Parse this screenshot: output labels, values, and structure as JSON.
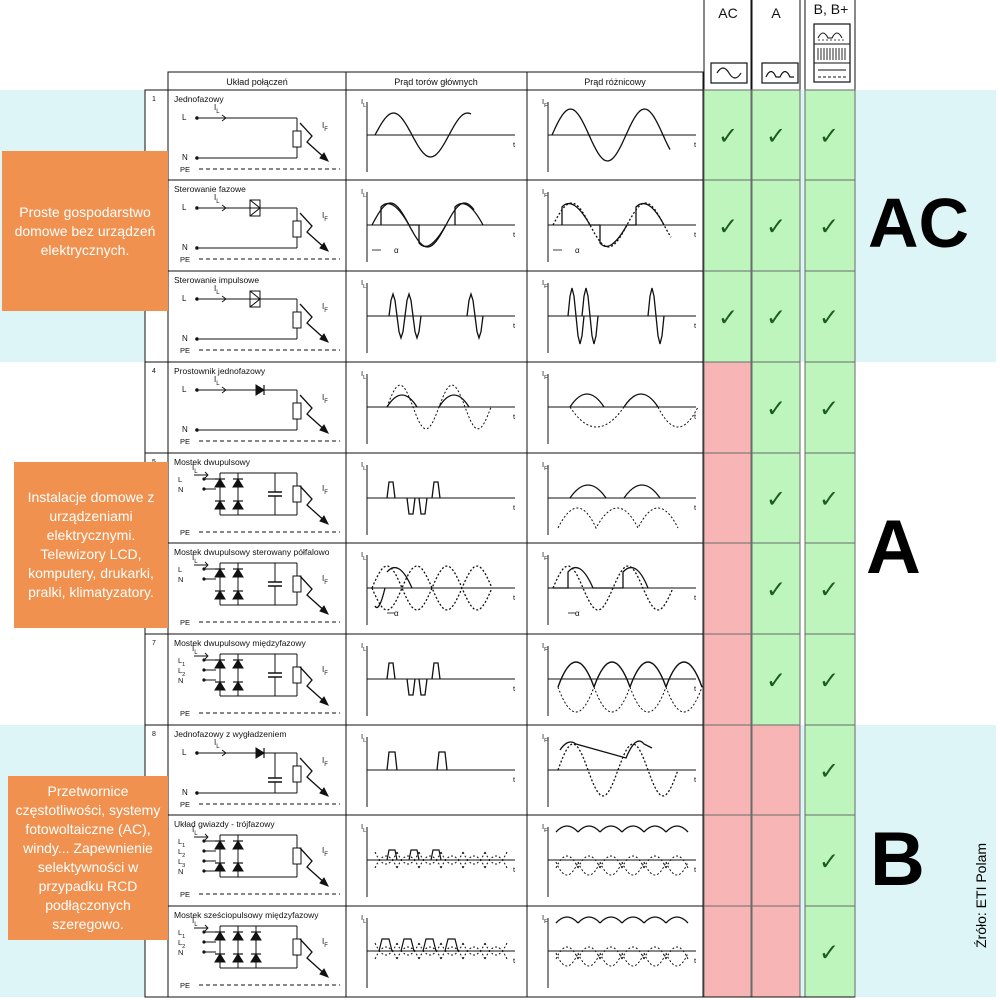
{
  "columns": {
    "circuit": "Układ połączeń",
    "main_current": "Prąd torów głównych",
    "residual_current": "Prąd różnicowy"
  },
  "rcd_types": [
    "AC",
    "A",
    "B, B+"
  ],
  "bands": [
    {
      "letter": "AC",
      "description": "Proste gospodarstwo domowe bez urządzeń elektrycznych."
    },
    {
      "letter": "A",
      "description": "Instalacje domowe z urządzeniami elektrycznymi. Telewizory LCD, komputery, drukarki, pralki, klimatyzatory."
    },
    {
      "letter": "B",
      "description": "Przetwornice częstotliwości, systemy fotowoltaiczne (AC), windy... Zapewnienie selektywności w przypadku RCD podłączonych szeregowo."
    }
  ],
  "rows": [
    {
      "num": "1",
      "name": "Jednofazowy",
      "ac": true,
      "a": true,
      "b": true
    },
    {
      "num": "",
      "name": "Sterowanie fazowe",
      "ac": true,
      "a": true,
      "b": true
    },
    {
      "num": "",
      "name": "Sterowanie impulsowe",
      "ac": true,
      "a": true,
      "b": true
    },
    {
      "num": "4",
      "name": "Prostownik jednofazowy",
      "ac": false,
      "a": true,
      "b": true
    },
    {
      "num": "5",
      "name": "Mostek dwupulsowy",
      "ac": false,
      "a": true,
      "b": true
    },
    {
      "num": "",
      "name": "Mostek dwupulsowy sterowany półfalowo",
      "ac": false,
      "a": true,
      "b": true
    },
    {
      "num": "7",
      "name": "Mostek dwupulsowy międzyfazowy",
      "ac": false,
      "a": true,
      "b": true
    },
    {
      "num": "8",
      "name": "Jednofazowy z wygładzeniem",
      "ac": false,
      "a": false,
      "b": true
    },
    {
      "num": "",
      "name": "Układ gwiazdy - trójfazowy",
      "ac": false,
      "a": false,
      "b": true
    },
    {
      "num": "",
      "name": "Mostek sześciopulsowy międzyfazowy",
      "ac": false,
      "a": false,
      "b": true
    }
  ],
  "labels": {
    "L": "L",
    "N": "N",
    "PE": "PE",
    "IL": "I",
    "IL_sub": "L",
    "IF": "I",
    "IF_sub": "F",
    "t": "t",
    "alpha": "α",
    "L1": "L",
    "L1_sub": "1",
    "L2": "L",
    "L2_sub": "2",
    "L3": "L",
    "L3_sub": "3",
    "check": "✓"
  },
  "source": "Źróło: ETI Polam",
  "colors": {
    "band_bg": "#ddf5f7",
    "orange": "#f0914f",
    "green": "#bdf5bd",
    "red": "#f8b5b5",
    "check": "#1a5e1a"
  }
}
